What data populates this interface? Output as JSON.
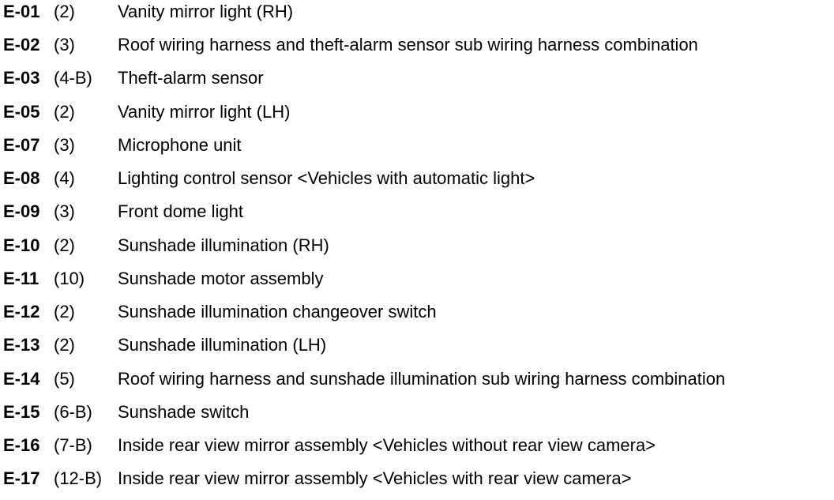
{
  "connectors": [
    {
      "code": "E-01",
      "pins": "(2)",
      "description": "Vanity mirror light (RH)"
    },
    {
      "code": "E-02",
      "pins": "(3)",
      "description": "Roof wiring harness and theft-alarm sensor sub wiring harness combination"
    },
    {
      "code": "E-03",
      "pins": "(4-B)",
      "description": "Theft-alarm sensor"
    },
    {
      "code": "E-05",
      "pins": "(2)",
      "description": "Vanity mirror light (LH)"
    },
    {
      "code": "E-07",
      "pins": "(3)",
      "description": "Microphone unit"
    },
    {
      "code": "E-08",
      "pins": "(4)",
      "description": "Lighting control sensor <Vehicles with automatic light>"
    },
    {
      "code": "E-09",
      "pins": "(3)",
      "description": "Front dome light"
    },
    {
      "code": "E-10",
      "pins": "(2)",
      "description": "Sunshade illumination (RH)"
    },
    {
      "code": "E-11",
      "pins": "(10)",
      "description": "Sunshade motor assembly"
    },
    {
      "code": "E-12",
      "pins": "(2)",
      "description": "Sunshade illumination changeover switch"
    },
    {
      "code": "E-13",
      "pins": "(2)",
      "description": "Sunshade illumination (LH)"
    },
    {
      "code": "E-14",
      "pins": "(5)",
      "description": "Roof wiring harness and sunshade illumination sub wiring harness combination"
    },
    {
      "code": "E-15",
      "pins": "(6-B)",
      "description": "Sunshade switch"
    },
    {
      "code": "E-16",
      "pins": "(7-B)",
      "description": "Inside rear view mirror assembly <Vehicles without rear view camera>"
    },
    {
      "code": "E-17",
      "pins": "(12-B)",
      "description": "Inside rear view mirror assembly <Vehicles with rear view camera>"
    }
  ]
}
